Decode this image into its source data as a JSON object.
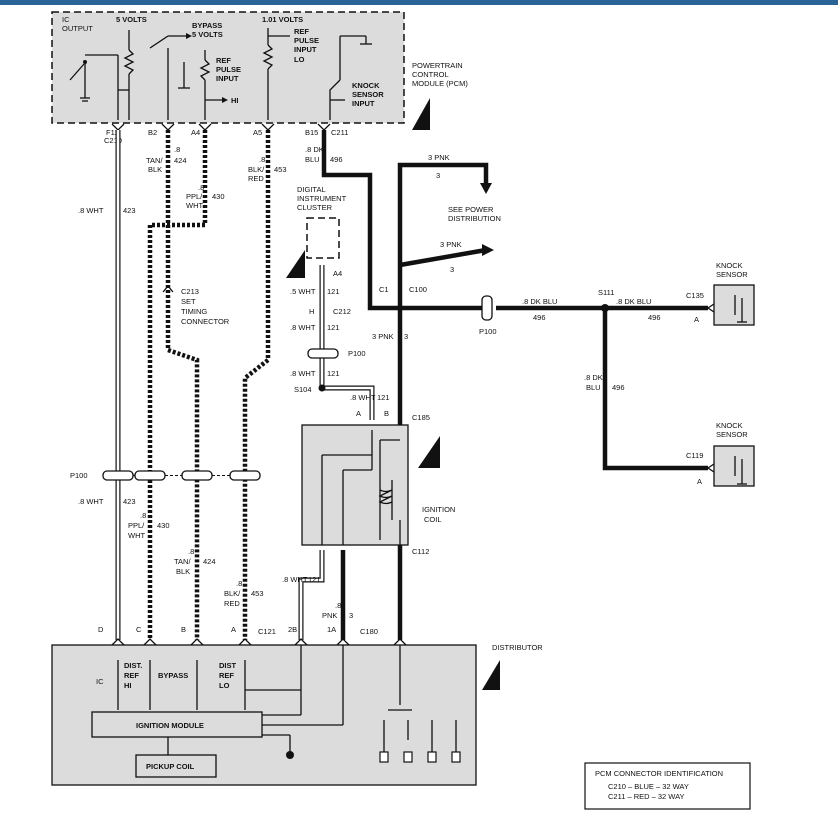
{
  "pcm": {
    "ic_output": [
      "IC",
      "OUTPUT"
    ],
    "five_volts": "5 VOLTS",
    "bypass_5v": [
      "BYPASS",
      "5 VOLTS"
    ],
    "ref_pulse_input_hi": [
      "REF",
      "PULSE",
      "INPUT",
      "HI"
    ],
    "one_volts": "1.01 VOLTS",
    "ref_pulse_input_lo": [
      "REF",
      "PULSE",
      "INPUT",
      "LO"
    ],
    "knock_sensor_input": [
      "KNOCK",
      "SENSOR",
      "INPUT"
    ],
    "module_label": [
      "POWERTRAIN",
      "CONTROL",
      "MODULE (PCM)"
    ]
  },
  "pins": {
    "f11": "F11",
    "c210": "C210",
    "b2": "B2",
    "a4": "A4",
    "a5": "A5",
    "b15": "B15",
    "c211": "C211"
  },
  "wires": {
    "wht_size": ".8 WHT",
    "wht_circuit": "423",
    "tan_size": ".8",
    "tan_color": [
      "TAN/",
      "BLK"
    ],
    "tan_circuit": "424",
    "ppl_size": ".8",
    "ppl_color": [
      "PPL/",
      "WHT"
    ],
    "ppl_circuit": "430",
    "blk_size": ".8",
    "blk_color": [
      "BLK/",
      "RED"
    ],
    "blk_circuit": "453",
    "dkblu_size": ".8 DK",
    "dkblu_color": "BLU",
    "dkblu_circuit": "496",
    "pnk_label": "3 PNK",
    "pnk_circuit": "3",
    "wht121_5": ".5 WHT",
    "wht121_8": ".8 WHT",
    "circuit_121": "121",
    "dkblu_full": ".8 DK BLU",
    "dkblu_v": [
      ".8 DK",
      "BLU"
    ],
    "pnk_short": [
      "PNK",
      ".8"
    ]
  },
  "labels": {
    "see_power": [
      "SEE POWER",
      "DISTRIBUTION"
    ],
    "dic": [
      "DIGITAL",
      "INSTRUMENT",
      "CLUSTER"
    ],
    "a4": "A4",
    "h": "H",
    "c212": "C212",
    "p100": "P100",
    "s104": "S104",
    "c1": "C1",
    "c100": "C100",
    "s111": "S111",
    "c135": "C135",
    "a": "A",
    "b": "B",
    "c185": "C185",
    "c119": "C119",
    "knock_sensor": [
      "KNOCK",
      "SENSOR"
    ],
    "c213": [
      "C213",
      "SET",
      "TIMING",
      "CONNECTOR"
    ],
    "ignition_coil": [
      "IGNITION",
      "COIL"
    ],
    "c112": "C112",
    "d": "D",
    "c": "C",
    "two_b": "2B",
    "one_a": "1A",
    "c121": "C121",
    "c180": "C180",
    "distributor": "DISTRIBUTOR"
  },
  "distributor": {
    "ic": "IC",
    "dist_ref_hi": [
      "DIST.",
      "REF",
      "HI"
    ],
    "bypass": "BYPASS",
    "dist_ref_lo": [
      "DIST",
      "REF",
      "LO"
    ],
    "ignition_module": "IGNITION MODULE",
    "pickup_coil": "PICKUP   COIL"
  },
  "legend": {
    "title": "PCM CONNECTOR IDENTIFICATION",
    "line1": "C210 – BLUE  – 32 WAY",
    "line2": "C211 – RED   – 32 WAY"
  }
}
